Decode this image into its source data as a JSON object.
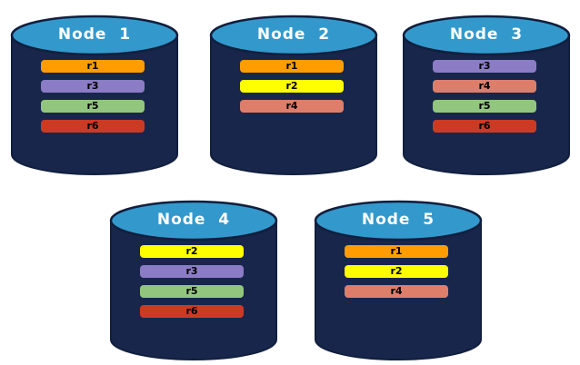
{
  "diagram": {
    "background_color": "#FFFFFF",
    "cylinder": {
      "body_color": "#18264B",
      "top_color": "#3399CC",
      "outline_color": "#111F3E",
      "title_color": "#FFFFFF",
      "bar_text_color": "#000000"
    },
    "replica_palette": {
      "r1": "#FF9C00",
      "r2": "#FFFF00",
      "r3": "#8B7CC5",
      "r4": "#DD7E6B",
      "r5": "#92C67E",
      "r6": "#CB3B24"
    },
    "nodes": [
      {
        "label": "Node  1",
        "replicas": [
          "r1",
          "r3",
          "r5",
          "r6"
        ]
      },
      {
        "label": "Node  2",
        "replicas": [
          "r1",
          "r2",
          "r4"
        ]
      },
      {
        "label": "Node  3",
        "replicas": [
          "r3",
          "r4",
          "r5",
          "r6"
        ]
      },
      {
        "label": "Node  4",
        "replicas": [
          "r2",
          "r3",
          "r5",
          "r6"
        ]
      },
      {
        "label": "Node  5",
        "replicas": [
          "r1",
          "r2",
          "r4"
        ]
      }
    ]
  }
}
